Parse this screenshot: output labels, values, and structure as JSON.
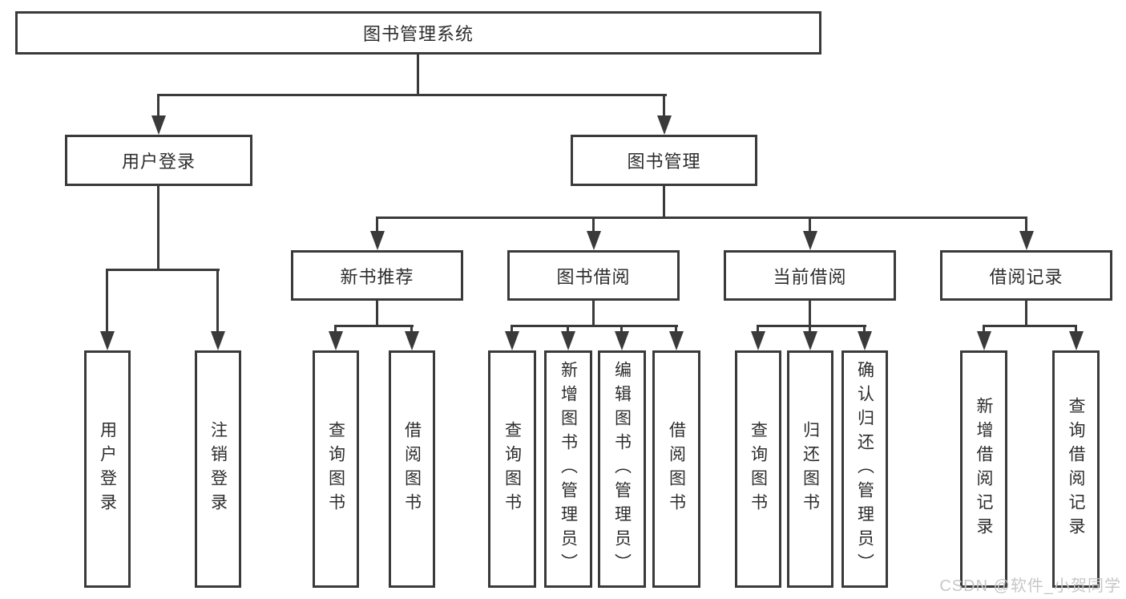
{
  "diagram_title": "图书管理系统",
  "tree": {
    "root": {
      "label": "图书管理系统"
    },
    "level2": [
      {
        "label": "用户登录"
      },
      {
        "label": "图书管理"
      }
    ],
    "level3": [
      {
        "label": "新书推荐"
      },
      {
        "label": "图书借阅"
      },
      {
        "label": "当前借阅"
      },
      {
        "label": "借阅记录"
      }
    ],
    "leaves": {
      "user_login": [
        {
          "label": "用户登录"
        },
        {
          "label": "注销登录"
        }
      ],
      "new_book_recommend": [
        {
          "label": "查询图书"
        },
        {
          "label": "借阅图书"
        }
      ],
      "book_borrow": [
        {
          "label": "查询图书"
        },
        {
          "label": "新增图书（管理员）"
        },
        {
          "label": "编辑图书（管理员）"
        },
        {
          "label": "借阅图书"
        }
      ],
      "current_borrow": [
        {
          "label": "查询图书"
        },
        {
          "label": "归还图书"
        },
        {
          "label": "确认归还（管理员）"
        }
      ],
      "borrow_record": [
        {
          "label": "新增借阅记录"
        },
        {
          "label": "查询借阅记录"
        }
      ]
    }
  },
  "watermark": {
    "text": "CSDN @软件_小贺同学"
  },
  "colors": {
    "line": "#3a3a3a",
    "text": "#2d2d2d",
    "background": "#ffffff",
    "watermark": "#c7c7c7"
  }
}
